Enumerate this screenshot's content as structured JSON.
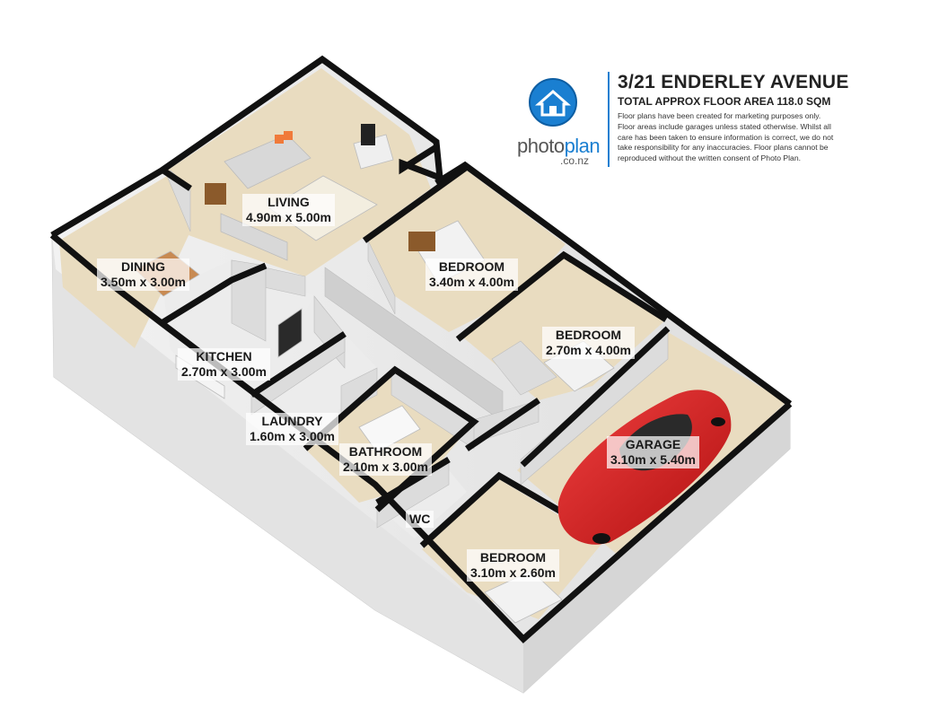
{
  "header": {
    "title": "3/21 ENDERLEY AVENUE",
    "subtitle": "TOTAL APPROX FLOOR AREA 118.0 SQM",
    "disclaimer": "Floor plans have been created for marketing purposes only. Floor areas include garages unless stated otherwise. Whilst all care has been taken to ensure information is correct, we do not take responsibility for any inaccuracies. Floor plans cannot be reproduced without the written consent of Photo Plan."
  },
  "logo": {
    "word_a": "photo",
    "word_b": "plan",
    "domain": ".co.nz",
    "icon": "house-icon",
    "accent": "#1a7fd1"
  },
  "rooms": [
    {
      "name": "LIVING",
      "size": "4.90m x 5.00m"
    },
    {
      "name": "DINING",
      "size": "3.50m x 3.00m"
    },
    {
      "name": "KITCHEN",
      "size": "2.70m x 3.00m"
    },
    {
      "name": "BEDROOM",
      "size": "3.40m x 4.00m"
    },
    {
      "name": "BEDROOM",
      "size": "2.70m x 4.00m"
    },
    {
      "name": "LAUNDRY",
      "size": "1.60m x 3.00m"
    },
    {
      "name": "BATHROOM",
      "size": "2.10m x 3.00m"
    },
    {
      "name": "GARAGE",
      "size": "3.10m x 5.40m"
    },
    {
      "name": "WC",
      "size": ""
    },
    {
      "name": "BEDROOM",
      "size": "3.10m x 2.60m"
    }
  ],
  "colors": {
    "wall_top": "#111111",
    "wall_face": "#e6e6e6",
    "floor_carpet": "#e9dcc0",
    "floor_light": "#ececec",
    "car": "#d81f1f"
  }
}
